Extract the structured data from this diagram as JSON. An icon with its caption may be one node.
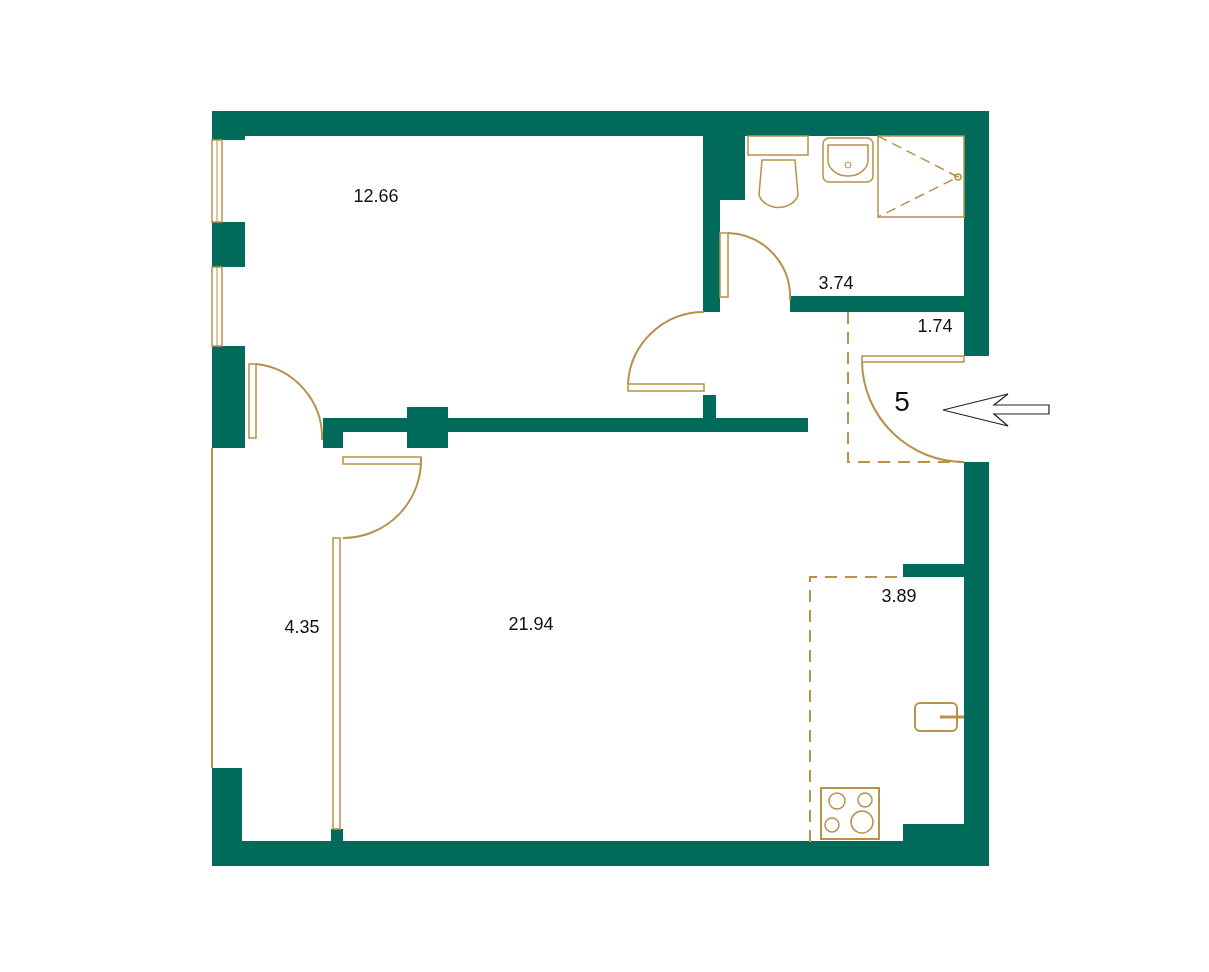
{
  "diagram": {
    "labels": [
      "12.66",
      "3.74",
      "1.74",
      "5",
      "4.35",
      "21.94",
      "3.89"
    ]
  }
}
